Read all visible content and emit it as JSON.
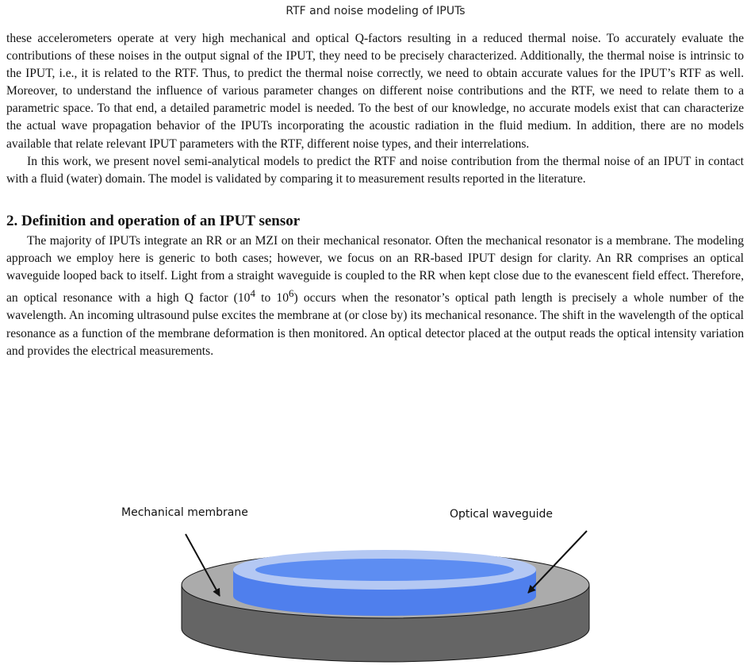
{
  "header": {
    "running_title": "RTF and noise modeling of IPUTs"
  },
  "body": {
    "para1": "these accelerometers operate at very high mechanical and optical Q-factors resulting in a reduced thermal noise. To accurately evaluate the contributions of these noises in the output signal of the IPUT, they need to be precisely characterized. Additionally, the thermal noise is intrinsic to the IPUT, i.e., it is related to the RTF. Thus, to predict the thermal noise correctly, we need to obtain accurate values for the IPUT’s RTF as well. Moreover, to understand the influence of various parameter changes on different noise contributions and the RTF, we need to relate them to a parametric space. To that end, a detailed parametric model is needed. To the best of our knowledge, no accurate models exist that can characterize the actual wave propagation behavior of the IPUTs incorporating the acoustic radiation in the fluid medium. In addition, there are no models available that relate relevant IPUT parameters with the RTF, different noise types, and their interrelations.",
    "para2": "In this work, we present novel semi-analytical models to predict the RTF and noise contribution from the thermal noise of an IPUT in contact with a fluid (water) domain. The model is validated by comparing it to measurement results reported in the literature.",
    "section_heading": "2. Definition and operation of an IPUT sensor",
    "para3_a": "The majority of IPUTs integrate an RR or an MZI on their mechanical resonator. Often the mechanical resonator is a membrane. The modeling approach we employ here is generic to both cases; however, we focus on an RR-based IPUT design for clarity. An RR comprises an optical waveguide looped back to itself. Light from a straight waveguide is coupled to the RR when kept close due to the evanescent field effect. Therefore, an optical resonance with a high Q factor (10",
    "para3_sup1": "4",
    "para3_b": " to 10",
    "para3_sup2": "6",
    "para3_c": ") occurs when the resonator’s optical path length is precisely a whole number of the wavelength. An incoming ultrasound pulse excites the membrane at (or close by) its mechanical resonance. The shift in the wavelength of the optical resonance as a function of the membrane deformation is then monitored. An optical detector placed at the output reads the optical intensity variation and provides the electrical measurements."
  },
  "figure": {
    "label_membrane": "Mechanical membrane",
    "label_waveguide": "Optical waveguide",
    "colors": {
      "disk_top": "#ababab",
      "disk_side": "#656565",
      "ring_outer": "#b4c8f3",
      "ring_side": "#4f7fed",
      "ring_inner": "#5d8df2",
      "outline": "#111111"
    }
  }
}
